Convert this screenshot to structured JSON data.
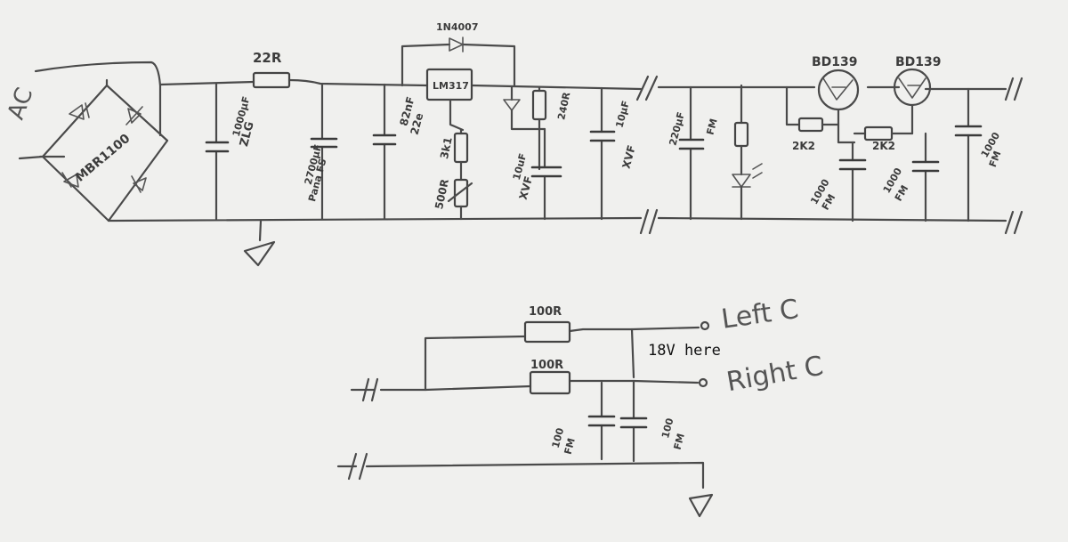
{
  "labels": {
    "ac": "AC",
    "bridge": "MBR1100",
    "r_in": "22R",
    "c1_val": "1000µF",
    "c1_type": "ZLG",
    "c2_val": "2700µF",
    "c2_type": "Pana FS",
    "c3_val": "82nF",
    "c3_type": "22e",
    "diode_top": "1N4007",
    "regulator": "LM317",
    "r_adj1": "3k1",
    "r_adj2": "500R",
    "r_set": "240R",
    "c_adj_val": "10uF",
    "c_adj_type": "XVF",
    "c4_val": "10µF",
    "c4_type": "XVF",
    "c5_val": "220µF",
    "c5_type": "FM",
    "q1": "BD139",
    "q2": "BD139",
    "r_q1": "2K2",
    "r_q2": "2K2",
    "c_q1_val": "1000",
    "c_q1_type": "FM",
    "c_q2_val": "1000",
    "c_q2_type": "FM",
    "c_out_val": "1000",
    "c_out_type": "FM",
    "r_left": "100R",
    "r_right": "100R",
    "c_l_val": "100",
    "c_l_type": "FM",
    "c_r_val": "100",
    "c_r_type": "FM",
    "left_out": "Left C",
    "right_out": "Right C",
    "note": "18V here"
  }
}
